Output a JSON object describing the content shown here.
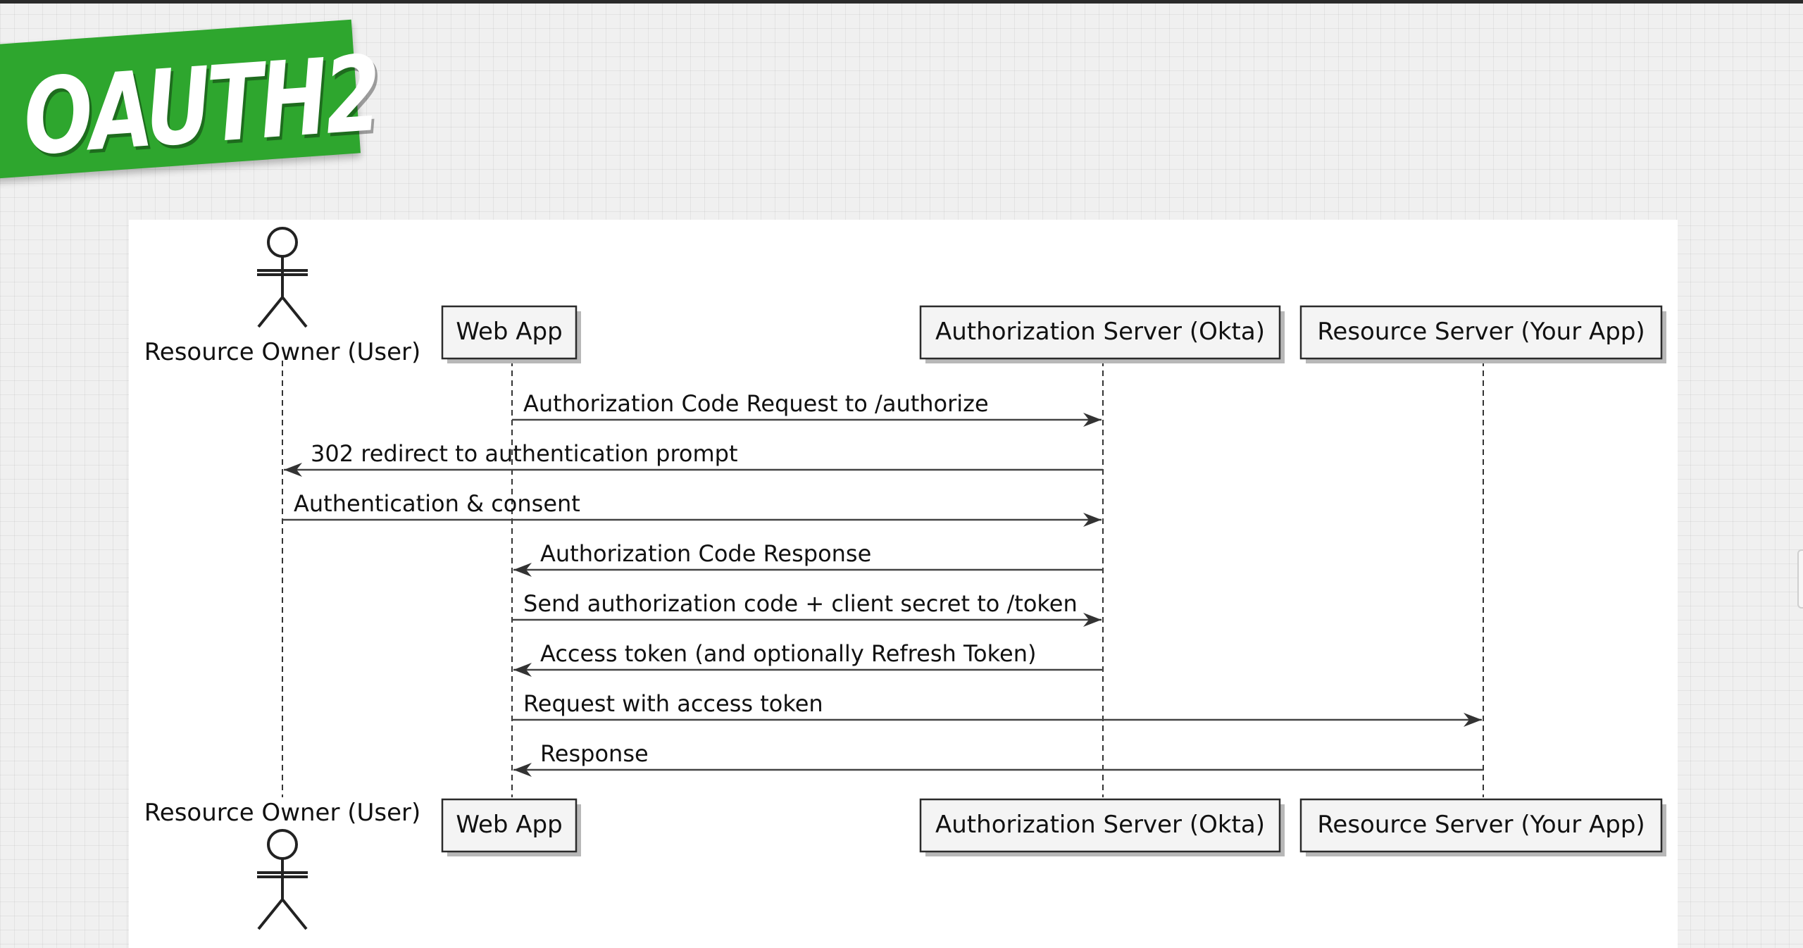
{
  "logo": {
    "text": "OAUTH2",
    "color": "#2ea62e"
  },
  "diagram": {
    "participants": [
      {
        "id": "owner",
        "label": "Resource Owner (User)",
        "kind": "actor"
      },
      {
        "id": "webapp",
        "label": "Web App",
        "kind": "box"
      },
      {
        "id": "authz",
        "label": "Authorization Server (Okta)",
        "kind": "box"
      },
      {
        "id": "resource",
        "label": "Resource Server (Your App)",
        "kind": "box"
      }
    ],
    "messages": [
      {
        "from": "webapp",
        "to": "authz",
        "label": "Authorization Code Request to /authorize"
      },
      {
        "from": "authz",
        "to": "owner",
        "label": "302 redirect to authentication prompt"
      },
      {
        "from": "owner",
        "to": "authz",
        "label": "Authentication & consent"
      },
      {
        "from": "authz",
        "to": "webapp",
        "label": "Authorization Code Response"
      },
      {
        "from": "webapp",
        "to": "authz",
        "label": "Send authorization code + client secret to /token"
      },
      {
        "from": "authz",
        "to": "webapp",
        "label": "Access token (and optionally Refresh Token)"
      },
      {
        "from": "webapp",
        "to": "resource",
        "label": "Request with access token"
      },
      {
        "from": "resource",
        "to": "webapp",
        "label": "Response"
      }
    ]
  }
}
